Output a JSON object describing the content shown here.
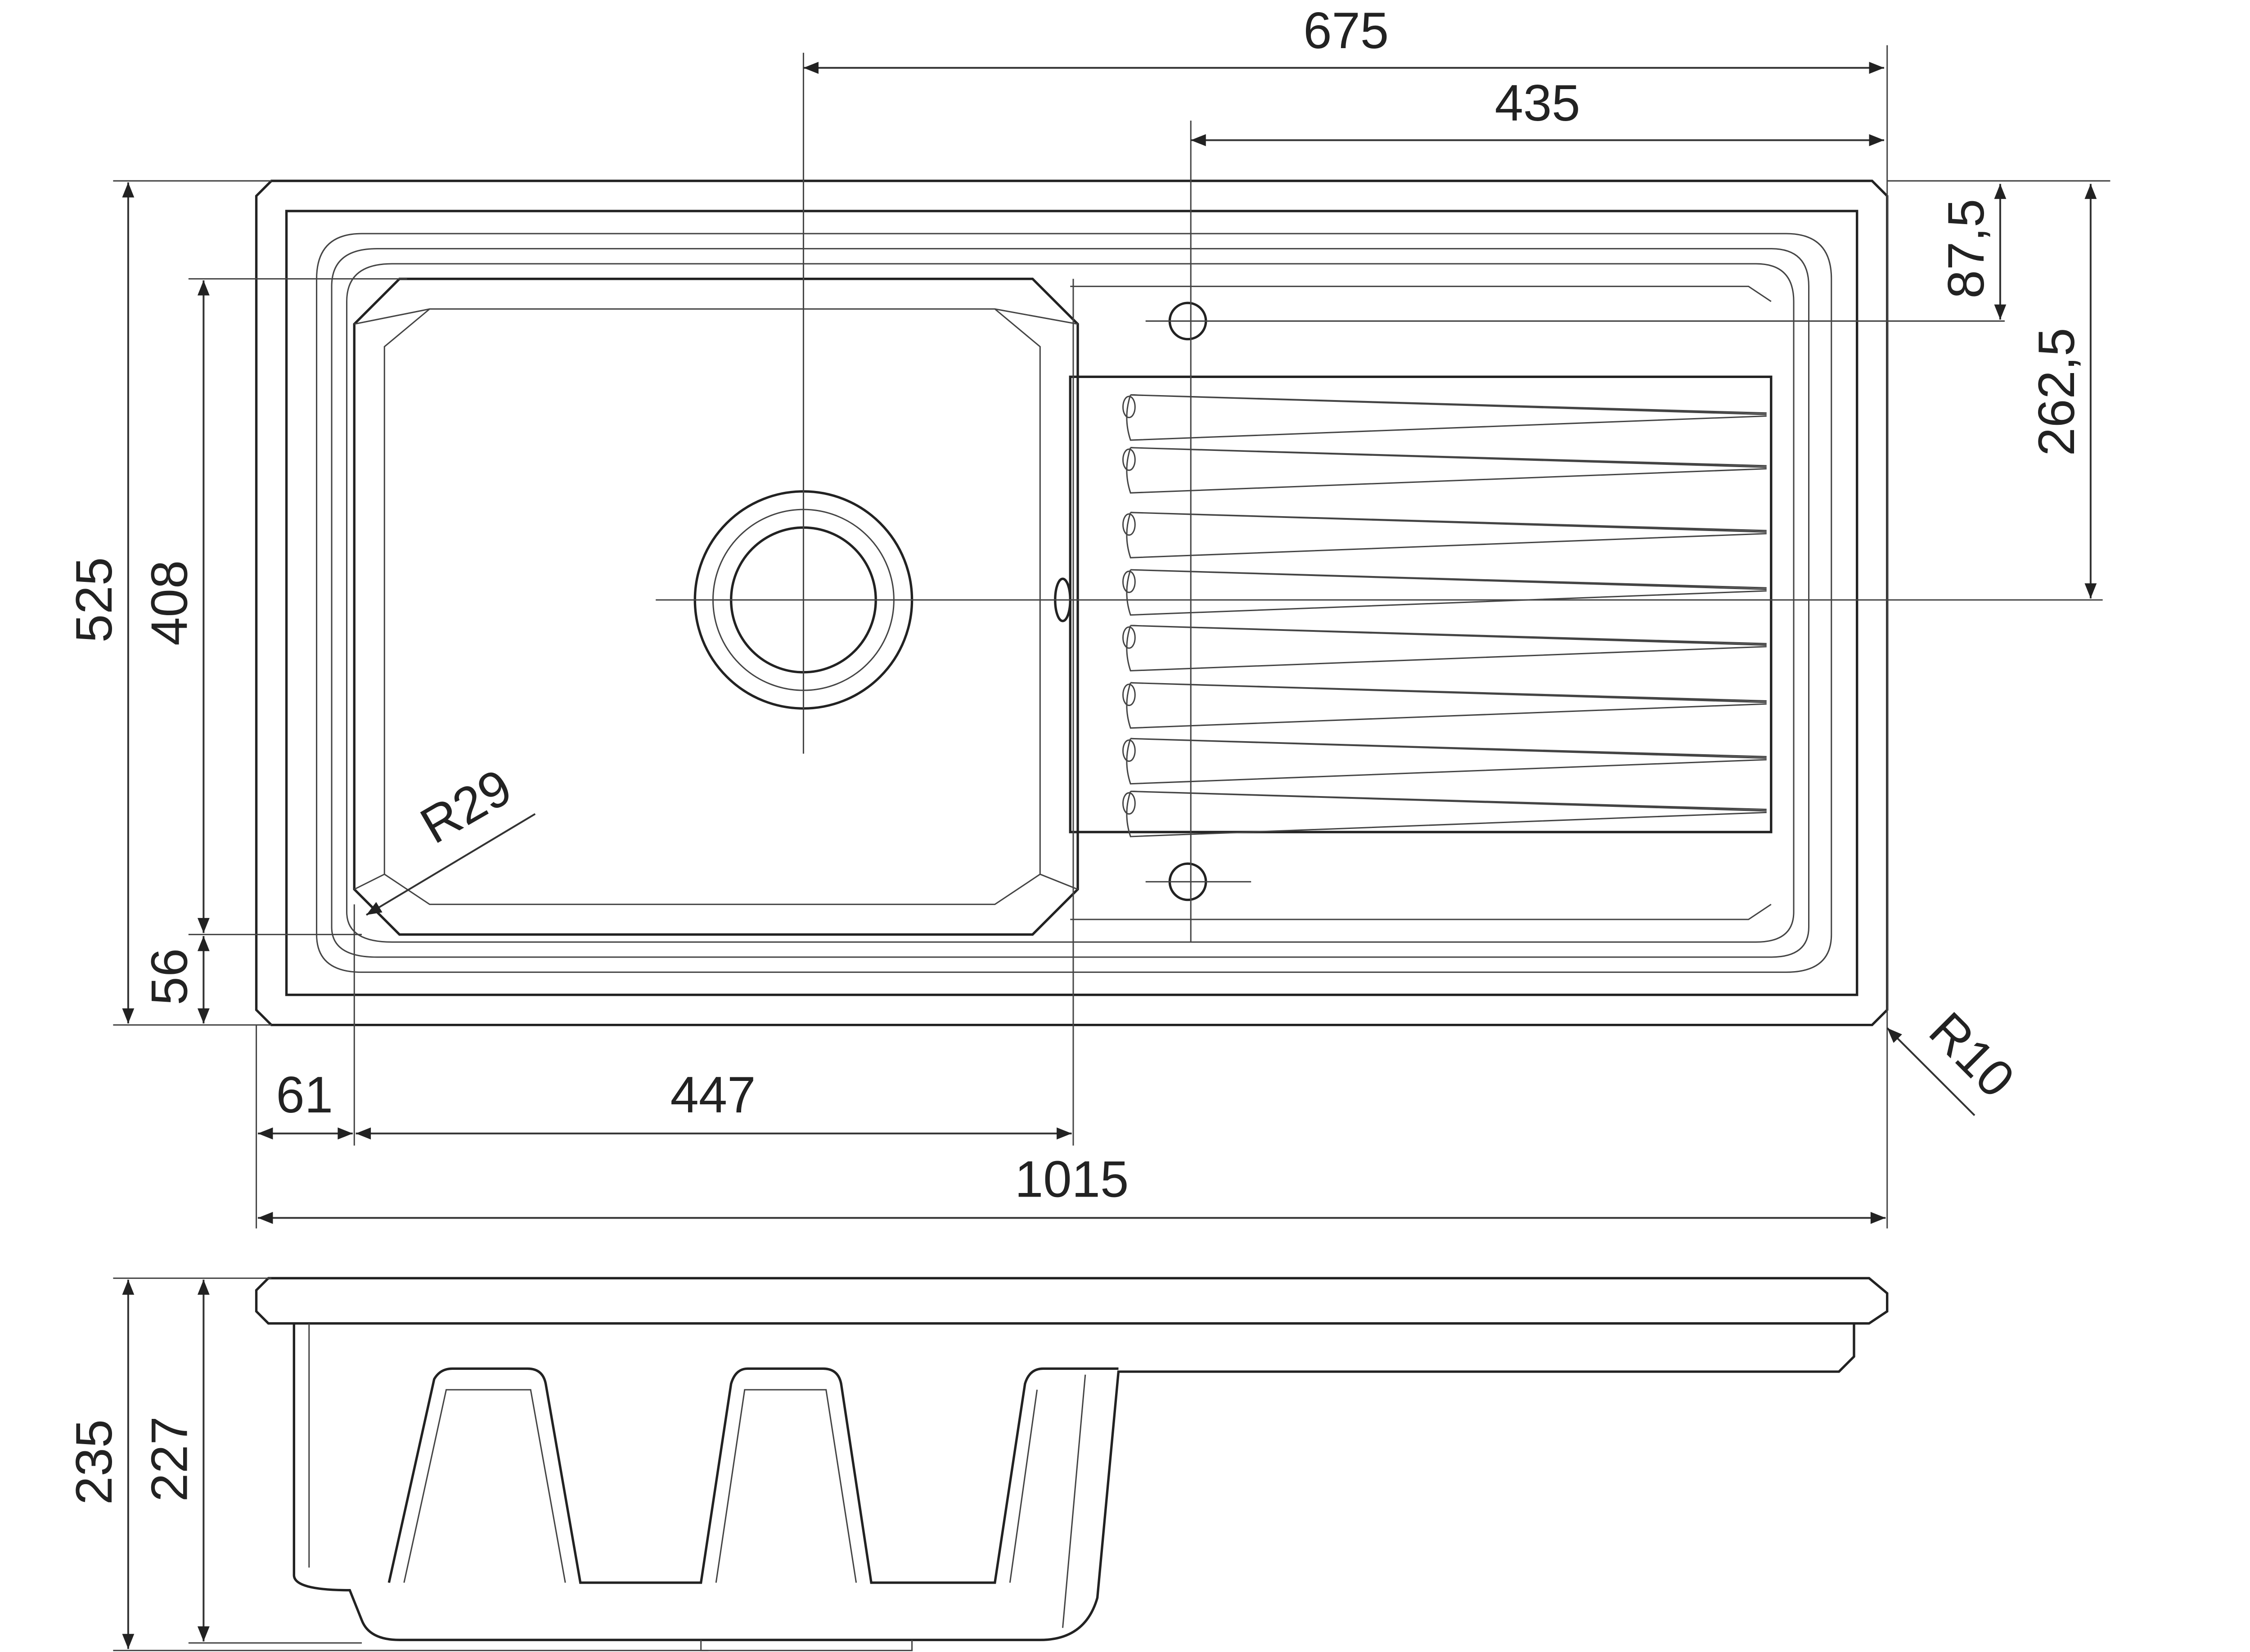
{
  "title": "Kitchen sink with drainer - dimension drawing",
  "colors": {
    "line": "#222222",
    "background": "#ffffff"
  },
  "dimensions": {
    "drain_to_right_edge": "675",
    "tap_hole_to_right_edge": "435",
    "top_to_tap_hole": "87,5",
    "top_to_drain_center": "262,5",
    "overall_depth": "525",
    "bowl_depth": "408",
    "bowl_bottom_margin": "56",
    "bowl_left_margin": "61",
    "bowl_width": "447",
    "overall_width": "1015",
    "bowl_corner_radius": "R29",
    "outer_corner_radius": "R10",
    "overall_height": "235",
    "bowl_height": "227"
  }
}
